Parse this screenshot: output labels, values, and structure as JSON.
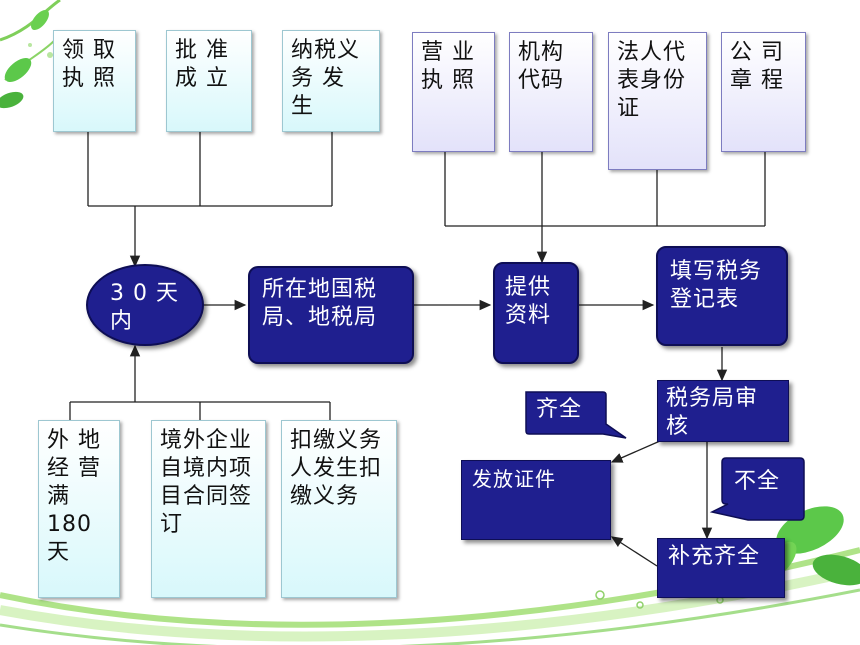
{
  "top_left": [
    "领 取\n执 照",
    "批 准\n成 立",
    "纳税义\n务 发\n生"
  ],
  "top_right": [
    "营 业\n执 照",
    "机构\n代码",
    "法人代\n表身份\n证",
    "公 司\n章 程"
  ],
  "center": {
    "oval": "3 0 天\n内",
    "tax_bureau": "所在地国税\n局、地税局",
    "provide": "提供\n资料",
    "fill_form": "填写税务\n登记表",
    "review": "税务局审\n核",
    "issue": "发放证件",
    "supplement": "补充齐全"
  },
  "callouts": {
    "complete": "齐全",
    "incomplete": "不全"
  },
  "bottom_left": [
    "外 地\n经 营\n满180\n天",
    "境外企业\n自境内项\n目合同签\n订",
    "扣缴义务\n人发生扣\n缴义务"
  ],
  "colors": {
    "navy": "#1f1f8f",
    "cyan_fill": "#d8f8fb",
    "lavender_fill": "#e3e2fa",
    "leaf_green": "#5cc84a"
  }
}
